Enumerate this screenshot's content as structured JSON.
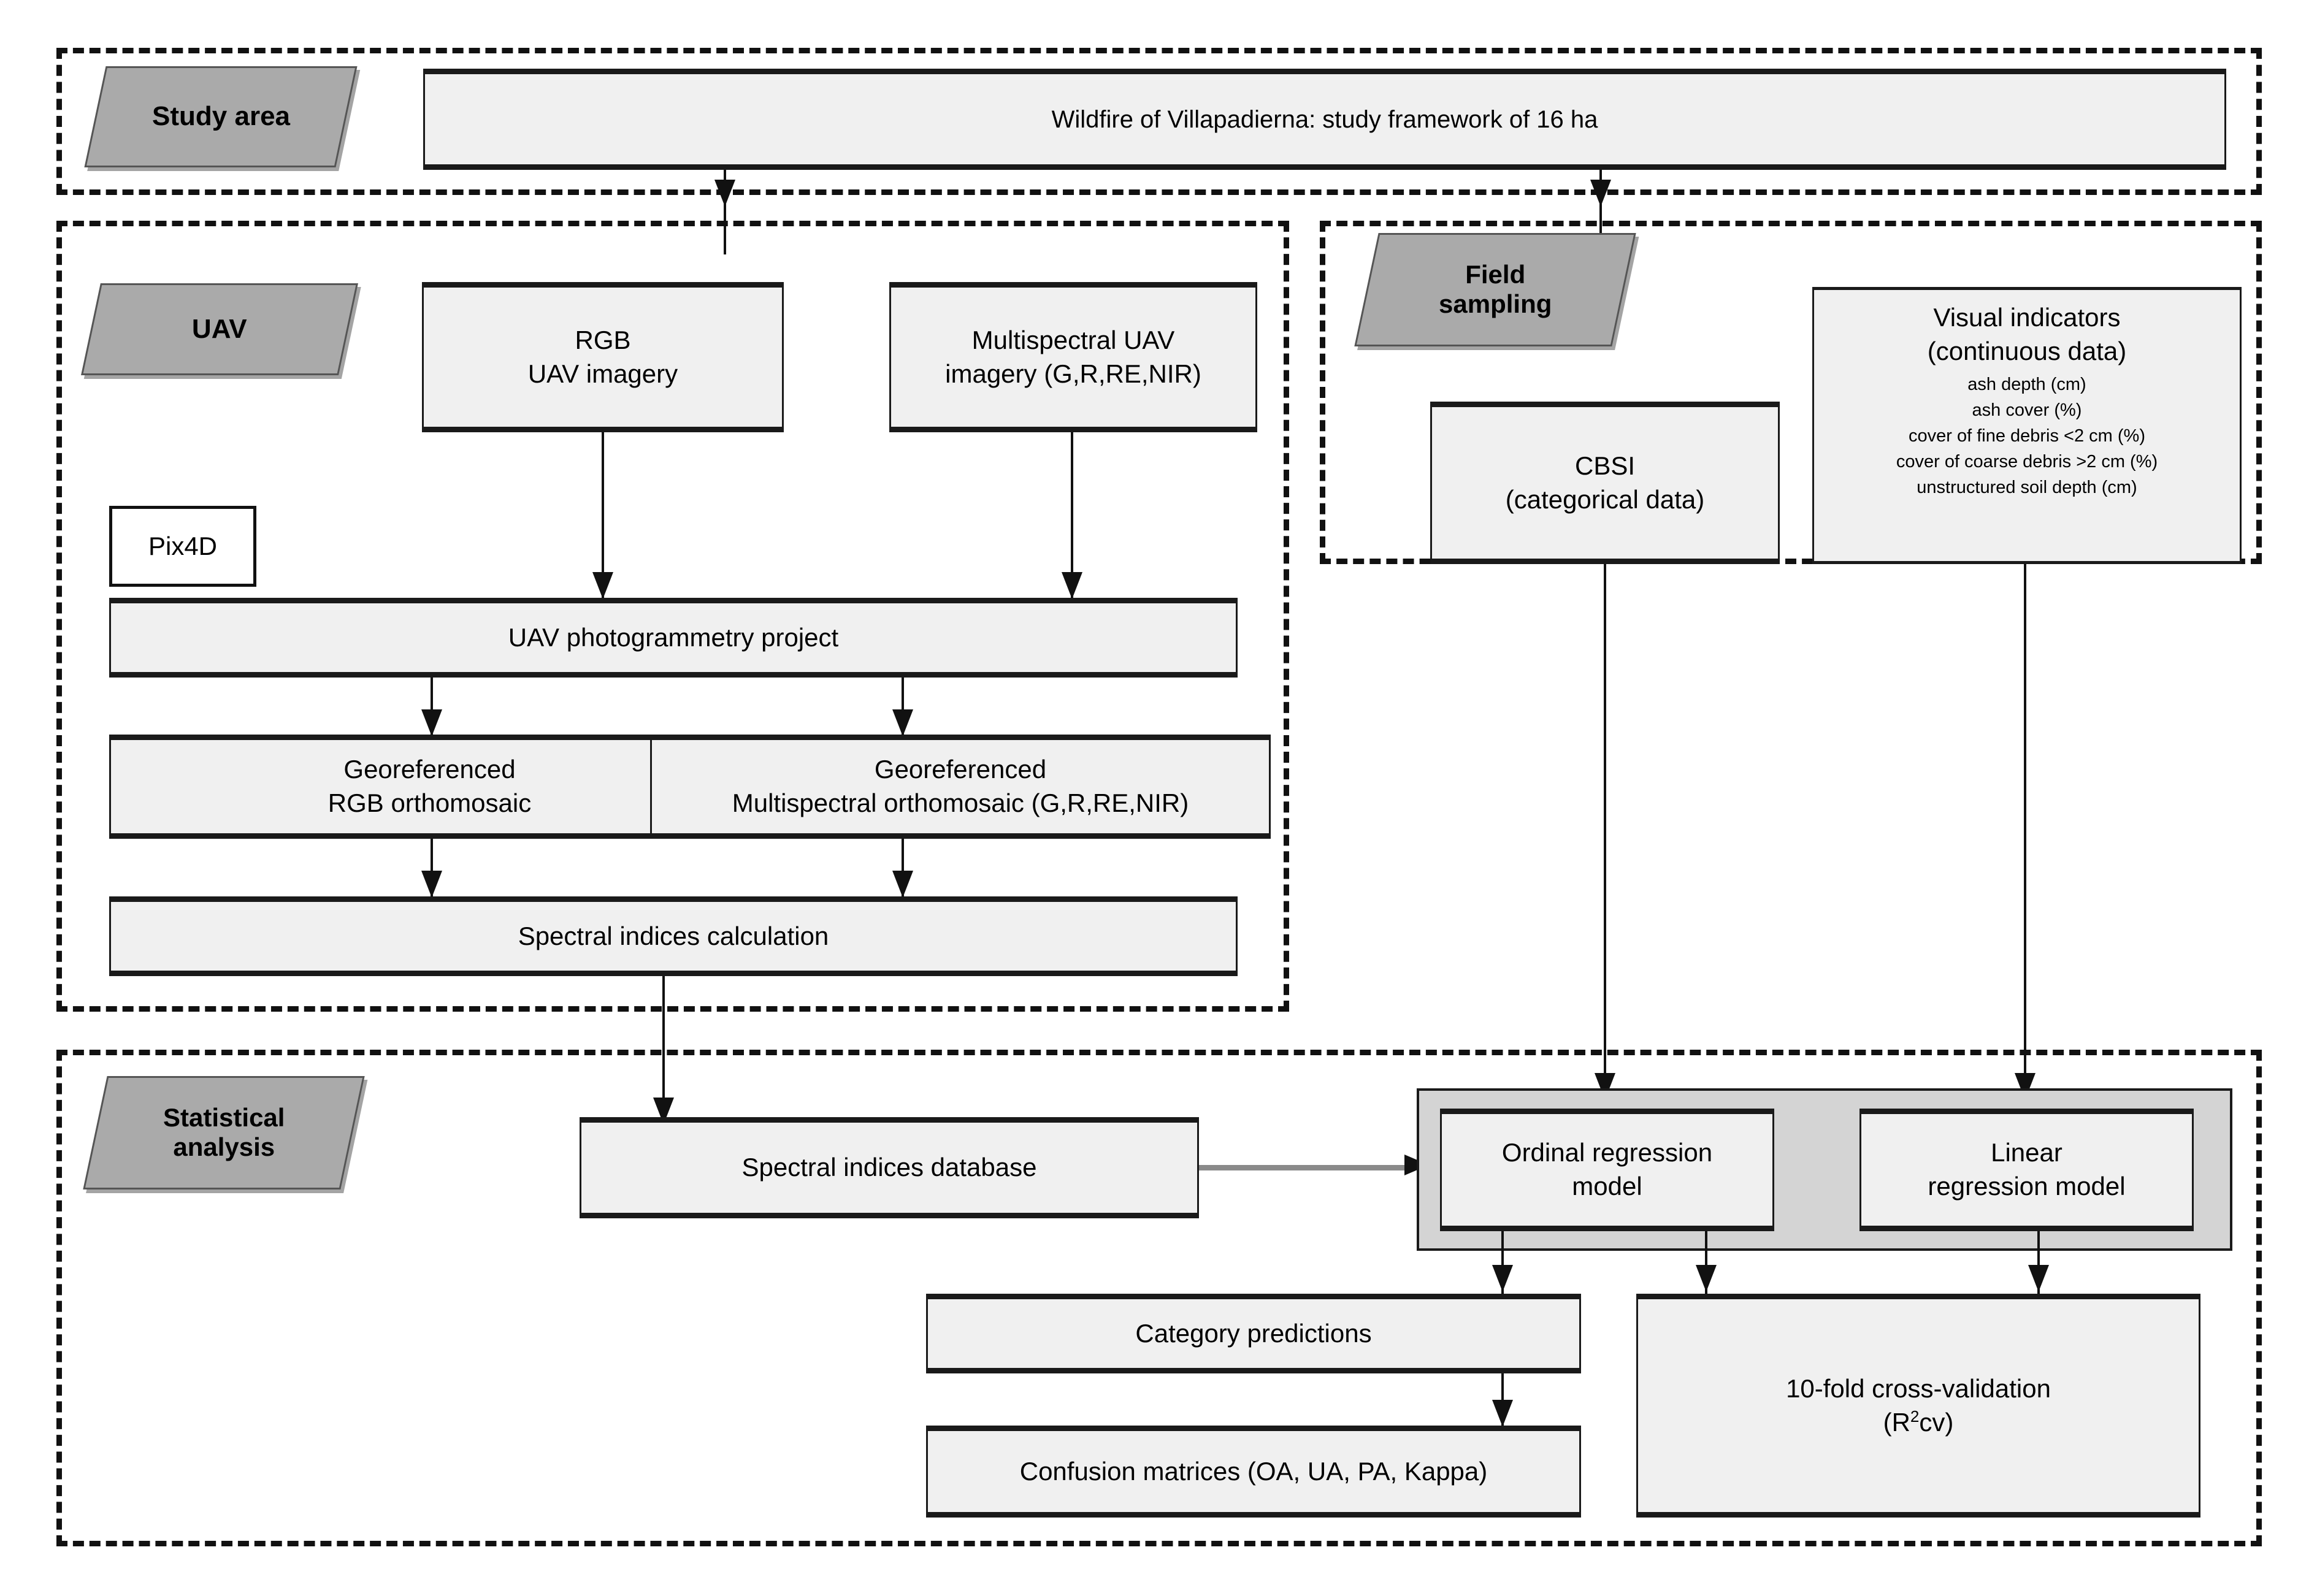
{
  "sections": {
    "study_area": {
      "tag": "Study  area"
    },
    "uav": {
      "tag": "UAV"
    },
    "field": {
      "tag": "Field\nsampling",
      "tag_line1": "Field",
      "tag_line2": "sampling"
    },
    "statistical": {
      "tag": "Statistical\nanalysis",
      "tag_line1": "Statistical",
      "tag_line2": "analysis"
    }
  },
  "boxes": {
    "study_framework": {
      "label": "Wildfire of Villapadierna: study framework of 16 ha"
    },
    "rgb_imagery": {
      "line1": "RGB",
      "line2": "UAV  imagery"
    },
    "multispectral_imagery": {
      "line1": "Multispectral UAV",
      "line2": "imagery (G,R,RE,NIR)"
    },
    "pix4d": {
      "label": "Pix4D"
    },
    "photogrammetry_project": {
      "label": "UAV photogrammetry project"
    },
    "georef_rgb": {
      "line1": "Georeferenced",
      "line2": "RGB orthomosaic"
    },
    "georef_multispectral": {
      "line1": "Georeferenced",
      "line2": "Multispectral orthomosaic (G,R,RE,NIR)"
    },
    "spectral_indices_calc": {
      "label": "Spectral indices calculation"
    },
    "cbsi": {
      "line1": "CBSI",
      "line2": "(categorical data)"
    },
    "visual_indicators": {
      "line1": "Visual indicators",
      "line2": "(continuous data)",
      "items": [
        "ash depth (cm)",
        "ash cover (%)",
        "cover of fine debris <2 cm (%)",
        "cover of coarse debris >2 cm (%)",
        "unstructured soil depth (cm)"
      ]
    },
    "spectral_indices_db": {
      "label": "Spectral indices database"
    },
    "ordinal_model": {
      "line1": "Ordinal regression",
      "line2": "model"
    },
    "linear_model": {
      "line1": "Linear",
      "line2": "regression model"
    },
    "category_predictions": {
      "label": "Category predictions"
    },
    "confusion_matrices": {
      "label": "Confusion matrices (OA, UA, PA,  Kappa)"
    },
    "cross_validation": {
      "line1": "10-fold cross-validation",
      "line2_pre": "(R",
      "line2_sup": "2",
      "line2_post": "cv)"
    }
  },
  "colors": {
    "box_fill": "#f0f0f0",
    "tag_fill": "#aaaaaa",
    "panel_fill": "#d4d4d4",
    "stroke": "#1a1a1a",
    "gray_arrow": "#8a8a8a"
  }
}
